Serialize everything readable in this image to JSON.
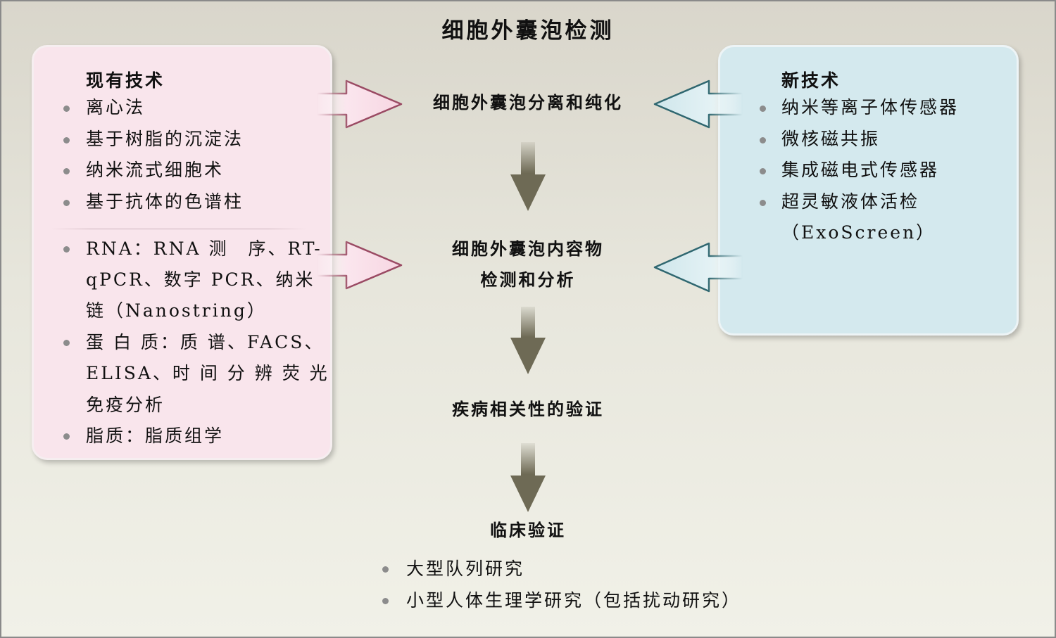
{
  "title": "细胞外囊泡检测",
  "existing_tech": {
    "heading": "现有技术",
    "isolation_methods": [
      "离心法",
      "基于树脂的沉淀法",
      "纳米流式细胞术",
      "基于抗体的色谱柱"
    ],
    "analysis_methods": [
      [
        "RNA：RNA 测　序、RT-",
        "qPCR、数字 PCR、纳米",
        "链（Nanostring）"
      ],
      [
        "蛋 白 质：质 谱、FACS、",
        "ELISA、时 间 分 辨 荧 光",
        "免疫分析"
      ],
      [
        "脂质：脂质组学"
      ]
    ]
  },
  "new_tech": {
    "heading": "新技术",
    "items": [
      [
        "纳米等离子体传感器"
      ],
      [
        "微核磁共振"
      ],
      [
        "集成磁电式传感器"
      ],
      [
        "超灵敏液体活检",
        "（ExoScreen）"
      ]
    ]
  },
  "workflow": {
    "step1": "细胞外囊泡分离和纯化",
    "step2_line1": "细胞外囊泡内容物",
    "step2_line2": "检测和分析",
    "step3": "疾病相关性的验证",
    "step4": "临床验证"
  },
  "clinical": {
    "items": [
      "大型队列研究",
      "小型人体生理学研究（包括扰动研究）"
    ]
  },
  "colors": {
    "left_panel": "#f9e5ec",
    "right_panel": "#d4e9ee",
    "pink_arrow_stroke": "#9a4a63",
    "blue_arrow_stroke": "#2f6770",
    "down_arrow": "#6e6a55"
  }
}
